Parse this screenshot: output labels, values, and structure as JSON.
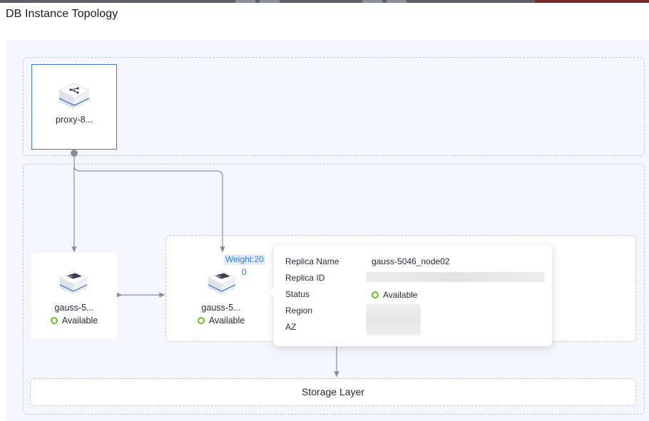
{
  "page": {
    "title": "DB Instance Topology"
  },
  "proxy": {
    "name": "proxy-8..."
  },
  "primary": {
    "name": "gauss-5...",
    "status": "Available"
  },
  "replica": {
    "name": "gauss-5...",
    "status": "Available",
    "weight_line1": "Weight:20",
    "weight_line2": "0"
  },
  "tooltip": {
    "replica_name_label": "Replica Name",
    "replica_name_value": "gauss-5046_node02",
    "replica_id_label": "Replica ID",
    "status_label": "Status",
    "status_value": "Available",
    "region_label": "Region",
    "az_label": "AZ"
  },
  "storage": {
    "label": "Storage Layer"
  },
  "colors": {
    "accent": "#3a7bd5",
    "available": "#6abf1c",
    "canvas": "#f4f6fb",
    "zone_border": "#c3c7d0"
  },
  "icons": {
    "proxy": "proxy-node-icon",
    "db": "database-node-icon",
    "status": "status-available-icon"
  }
}
